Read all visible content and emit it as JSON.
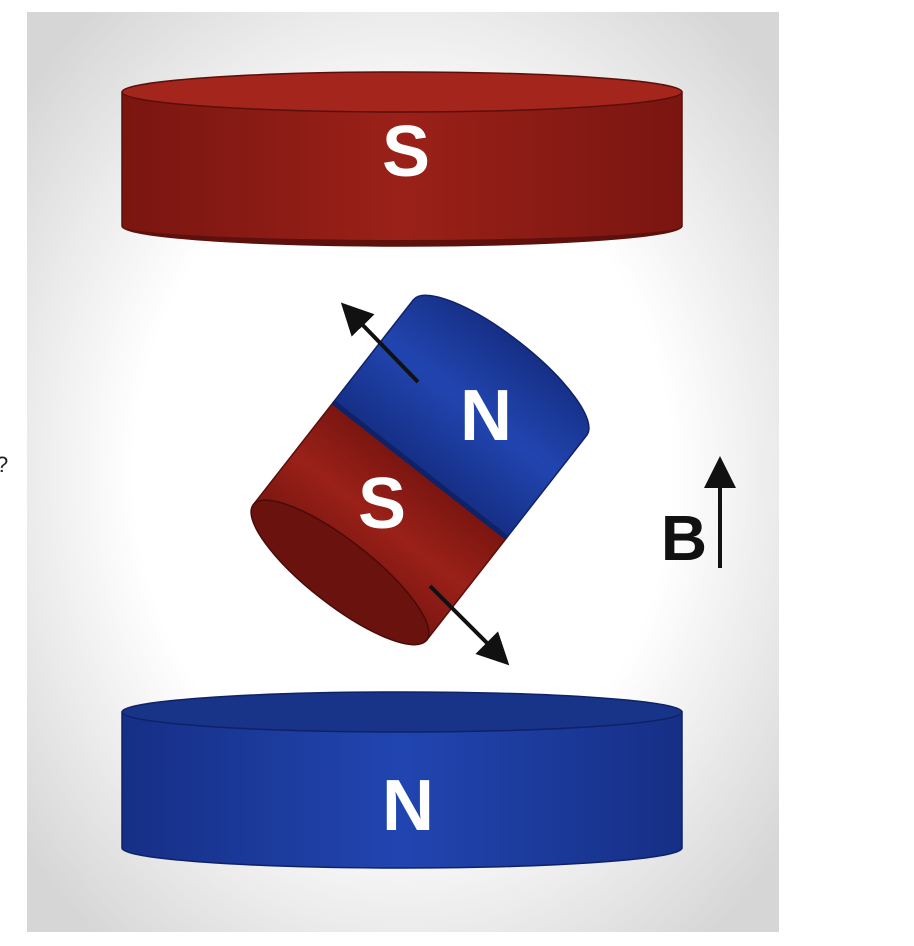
{
  "stray_text": "?",
  "top_magnet": {
    "pole": "S",
    "color": "#8e1c17"
  },
  "bottom_magnet": {
    "pole": "N",
    "color": "#1c3c9e"
  },
  "dipole": {
    "north_label": "N",
    "south_label": "S",
    "north_color": "#1c3c9e",
    "south_color": "#8e1c17"
  },
  "field": {
    "label": "B",
    "direction": "up"
  }
}
